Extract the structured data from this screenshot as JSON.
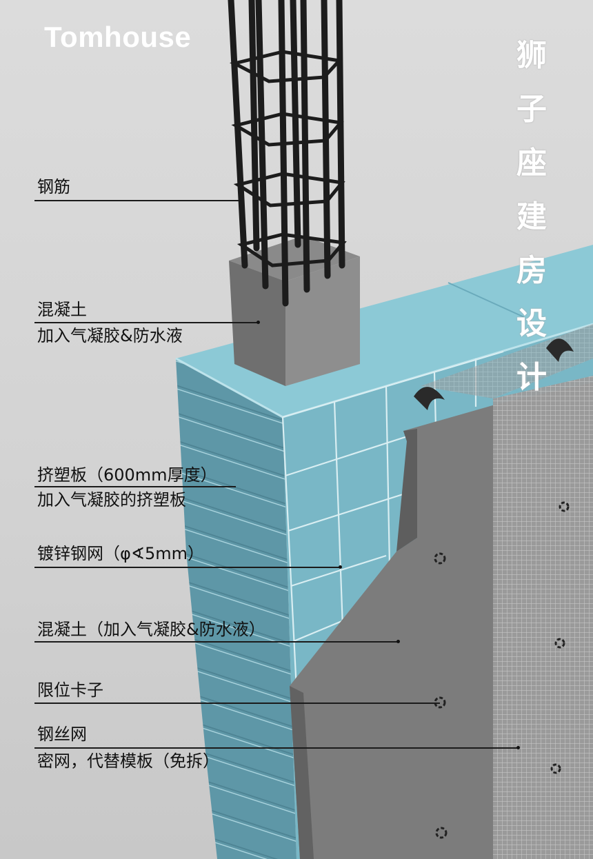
{
  "brand": "Tomhouse",
  "vertical_title": [
    "狮",
    "子",
    "座",
    "建",
    "房",
    "设",
    "计"
  ],
  "labels": {
    "rebar": "钢筋",
    "concrete_line1": "混凝土",
    "concrete_line2": "加入气凝胶&防水液",
    "xps_line1": "挤塑板（600mm厚度）",
    "xps_line2": "加入气凝胶的挤塑板",
    "galvanized_mesh": "镀锌钢网（φ∢5mm）",
    "concrete_full": "混凝土（加入气凝胶&防水液）",
    "limit_clip": "限位卡子",
    "wire_mesh_line1": "钢丝网",
    "wire_mesh_line2": "密网，代替模板（免拆）"
  },
  "colors": {
    "xps_top": "#88c6d4",
    "xps_side": "#5f98a8",
    "concrete": "#7b7b7b",
    "rebar": "#1f1f1f",
    "background": "#d6d6d6"
  }
}
